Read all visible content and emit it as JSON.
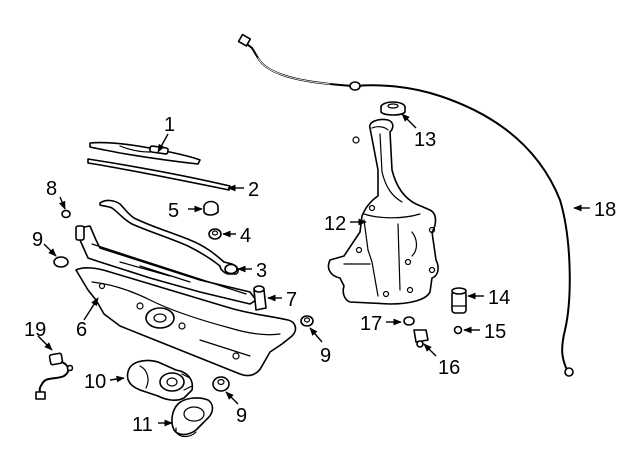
{
  "diagram": {
    "callouts": [
      "1",
      "2",
      "3",
      "4",
      "5",
      "6",
      "7",
      "8",
      "9",
      "9",
      "9",
      "10",
      "11",
      "12",
      "13",
      "14",
      "15",
      "16",
      "17",
      "18",
      "19"
    ]
  }
}
